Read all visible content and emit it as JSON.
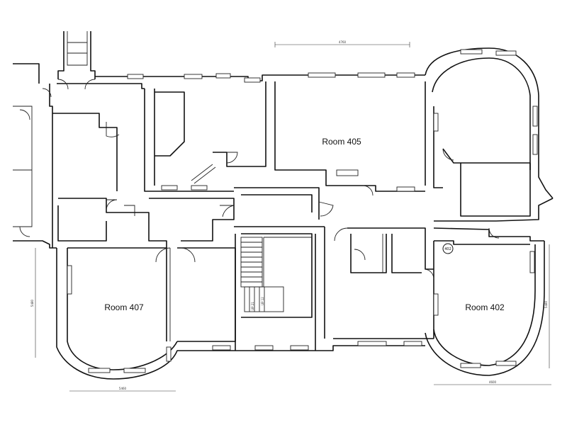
{
  "rooms": {
    "room_405": "Room 405",
    "room_407": "Room 407",
    "room_402": "Room 402"
  },
  "marker": {
    "text": "402"
  },
  "stair_labels": {
    "upper": "UP 12",
    "lower": "UP 21"
  },
  "dimensions": {
    "top": "4760",
    "left": "5480",
    "bottom_left": "5460",
    "bottom_right": "4600",
    "right": "5480"
  }
}
